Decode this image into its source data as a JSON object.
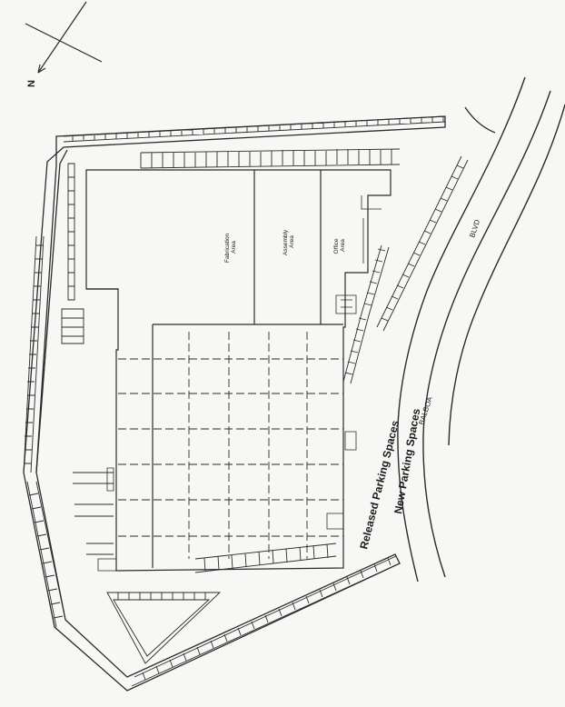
{
  "north_arrow": {
    "label": "N"
  },
  "areas": {
    "fabrication": [
      "Fabrication",
      "Area"
    ],
    "assembly": [
      "Assembly",
      "Area"
    ],
    "office": [
      "Office",
      "Area"
    ]
  },
  "street": {
    "name_part1": "BALBOA",
    "name_part2": "BLVD"
  },
  "parking": {
    "released_label": "Released Parking Spaces",
    "new_label": "New Parking Spaces"
  },
  "colors": {
    "ink": "#2b2b2b",
    "paper": "#f7f7f5"
  }
}
